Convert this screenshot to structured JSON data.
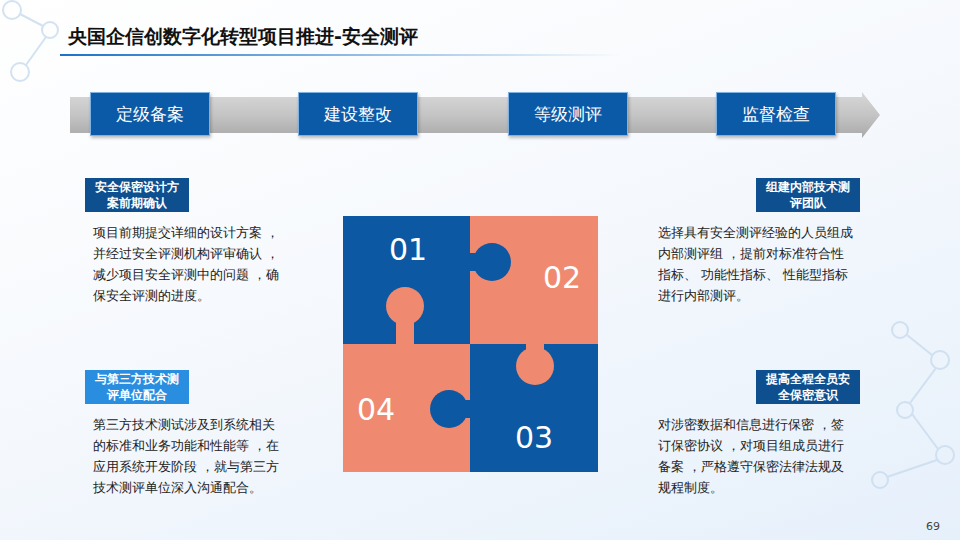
{
  "diagram": {
    "title": "央国企信创数字化转型项目推进-安全测评",
    "nodes": [
      {
        "text": [
          "定级备案"
        ]
      },
      {
        "text": [
          "建设整改"
        ]
      },
      {
        "text": [
          "等级测评"
        ]
      },
      {
        "text": [
          "监督检查"
        ]
      },
      {
        "text": [
          "安全保密设计方案前期确认",
          "项目前期提交详细的设计方案 ，并经过安全评测机构评审确认 ，减少项目安全评测中的问题 ，确保安全评测的进度。"
        ]
      },
      {
        "text": [
          "组建内部技术测评团队",
          "选择具有安全测评经验的人员组成内部测评组 ，提前对标准符合性指标、 功能性指标、 性能型指标进行内部测评。"
        ]
      },
      {
        "text": [
          "01"
        ]
      },
      {
        "text": [
          "02"
        ]
      },
      {
        "text": [
          "04"
        ]
      },
      {
        "text": [
          "03"
        ]
      },
      {
        "text": [
          "与第三方技术测评单位配合",
          "第三方技术测试涉及到系统相关的标准和业务功能和性能等 ，在应用系统开发阶段 ，就与第三方技术测评单位深入沟通配合。"
        ]
      },
      {
        "text": [
          "提高全程全员安全保密意识",
          "对涉密数据和信息进行保密 ，签订保密协议 ，对项目组成员进行备案 ，严格遵守保密法律法规及规程制度。"
        ]
      }
    ],
    "labels": [
      "69"
    ]
  }
}
